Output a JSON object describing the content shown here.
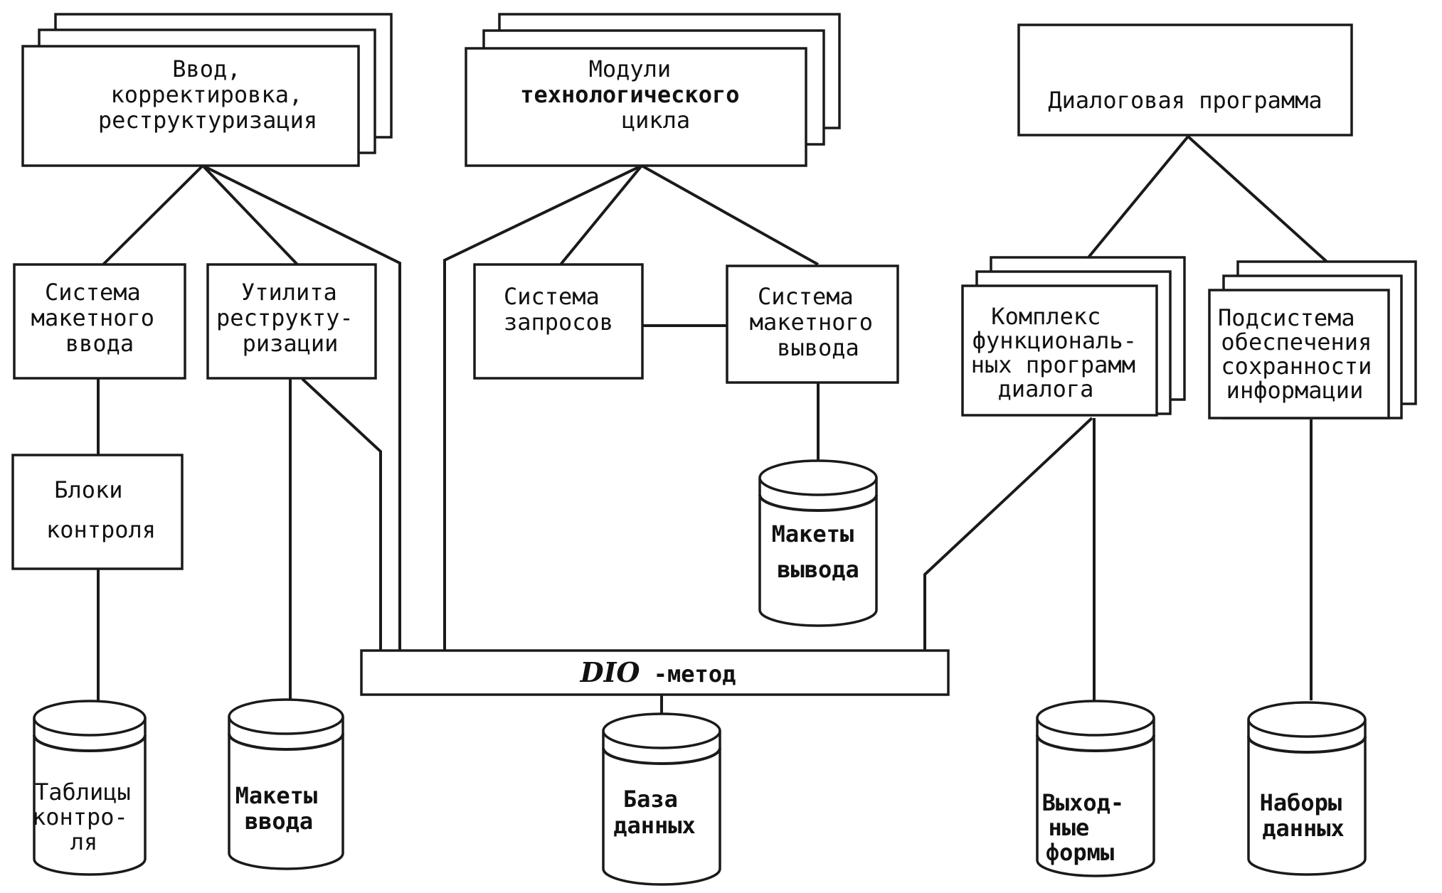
{
  "nodes": {
    "input_correction": [
      "Ввод,",
      "корректировка,",
      "реструктуризация"
    ],
    "tech_cycle_modules": [
      "Модули",
      "технологического",
      "цикла"
    ],
    "dialog_program": [
      "Диалоговая программа"
    ],
    "layout_input_system": [
      "Система",
      "макетного",
      "ввода"
    ],
    "restructuring_utility": [
      "Утилита",
      "реструкту-",
      "ризации"
    ],
    "query_system": [
      "Система",
      "запросов"
    ],
    "layout_output_system": [
      "Система",
      "макетного",
      "вывода"
    ],
    "dialog_functional_programs": [
      "Комплекс",
      "функциональ-",
      "ных программ",
      "диалога"
    ],
    "info_preservation_subsystem": [
      "Подсистема",
      "обеспечения",
      "сохранности",
      "информации"
    ],
    "control_blocks": [
      "Блоки",
      "контроля"
    ],
    "dio_method": {
      "prefix": "DIO",
      "suffix": " -метод"
    }
  },
  "stores": {
    "control_tables": [
      "Таблицы",
      "контро-",
      "ля"
    ],
    "input_layouts": [
      "Макеты",
      "ввода"
    ],
    "database": [
      "База",
      "данных"
    ],
    "output_layouts": [
      "Макеты",
      "вывода"
    ],
    "output_forms": [
      "Выход-",
      "ные",
      "формы"
    ],
    "data_sets": [
      "Наборы",
      "данных"
    ]
  }
}
